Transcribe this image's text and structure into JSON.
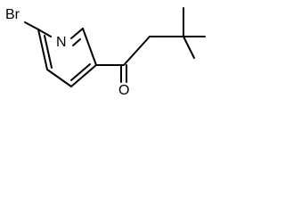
{
  "molecule": {
    "atoms": {
      "bromine": "Br",
      "nitrogen": "N",
      "oxygen": "O"
    }
  },
  "colors": {
    "bond": "#000000",
    "background": "#ffffff"
  }
}
